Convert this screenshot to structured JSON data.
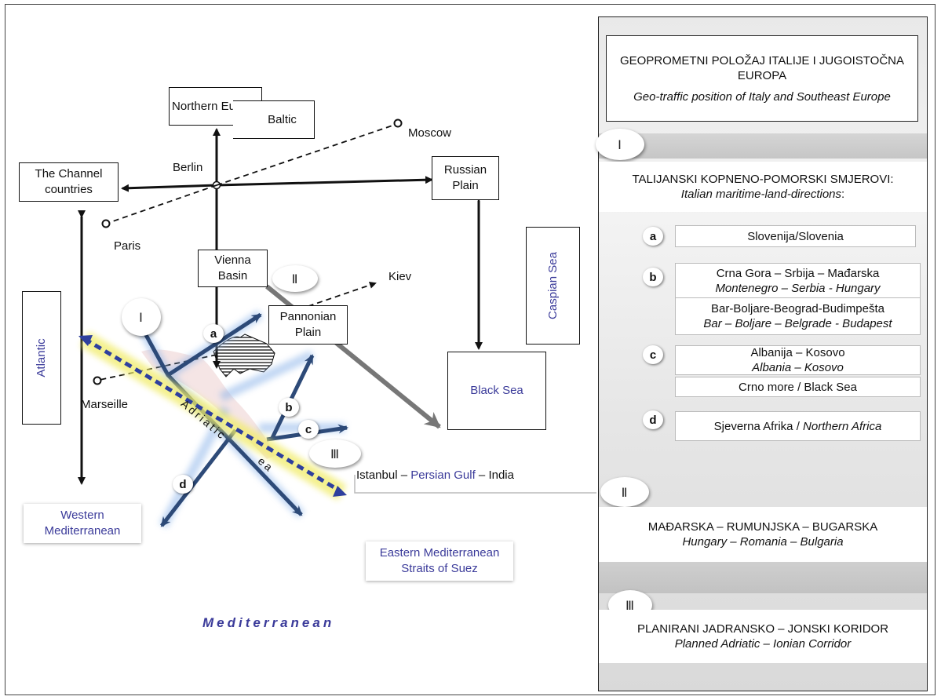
{
  "map": {
    "northern_europe": "Northern Europe",
    "baltic": "Baltic",
    "moscow": "Moscow",
    "berlin": "Berlin",
    "channel_countries": "The Channel countries",
    "russian_plain": "Russian Plain",
    "paris": "Paris",
    "vienna_basin": "Vienna Basin",
    "kiev": "Kiev",
    "caspian_sea": "Caspian Sea",
    "atlantic": "Atlantic",
    "pannonian_plain": "Pannonian Plain",
    "marseille": "Marseille",
    "black_sea": "Black Sea",
    "adriatic": "Adriatic",
    "sea_fragment": "ea",
    "istanbul_route": {
      "part1": "Istanbul – ",
      "part2": "Persian Gulf",
      "part3": " – India"
    },
    "western_med": "Western Mediterranean",
    "eastern_med_line1": "Eastern Mediterranean",
    "eastern_med_line2": "Straits of Suez",
    "mediterranean": "Mediterranean",
    "markers": {
      "I": "Ⅰ",
      "II": "Ⅱ",
      "III": "Ⅲ"
    },
    "letters": {
      "a": "a",
      "b": "b",
      "c": "c",
      "d": "d"
    }
  },
  "panel": {
    "title_hr": "GEOPROMETNI POLOŽAJ ITALIJE I JUGOISTOČNA EUROPA",
    "title_en": "Geo-traffic position of Italy and Southeast Europe",
    "section1_hr": "TALIJANSKI KOPNENO-POMORSKI SMJEROVI:",
    "section1_en": "Italian maritime-land-directions",
    "section1_colon": ":",
    "a": "Slovenija/Slovenia",
    "b1_hr": "Crna Gora – Srbija – Mađarska",
    "b1_en": "Montenegro – Serbia - Hungary",
    "b2_hr": "Bar-Boljare-Beograd-Budimpešta",
    "b2_en": "Bar – Boljare – Belgrade - Budapest",
    "c1_hr": "Albanija – Kosovo",
    "c1_en": "Albania – Kosovo",
    "c2": "Crno more / Black Sea",
    "d_hr": "Sjeverna Afrika / ",
    "d_en": "Northern Africa",
    "section2_hr": "MAĐARSKA – RUMUNJSKA – BUGARSKA",
    "section2_en": "Hungary – Romania – Bulgaria",
    "section3_hr": "PLANIRANI JADRANSKO – JONSKI KORIDOR",
    "section3_en": "Planned Adriatic – Ionian Corridor"
  },
  "colors": {
    "route_blue": "#2d4a78",
    "corridor_yellow": "#f4f08a",
    "corridor_dash": "#2e3f9e",
    "label_blue": "#3b3b9a"
  }
}
